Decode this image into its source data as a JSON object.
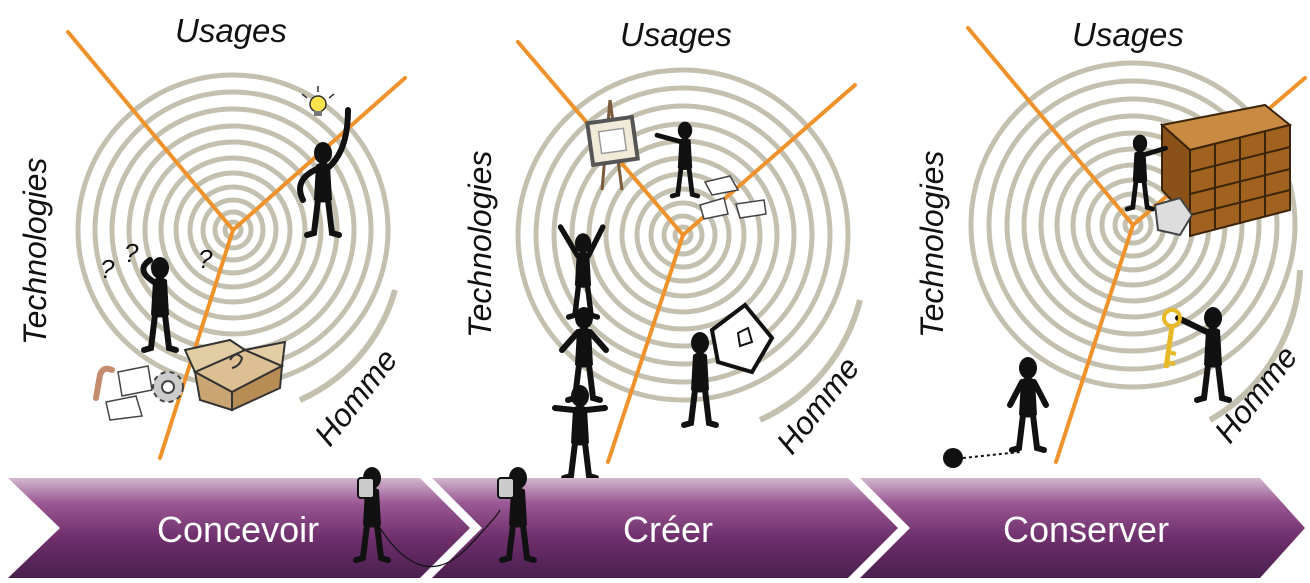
{
  "panels": [
    {
      "usages": "Usages",
      "technologies": "Technologies",
      "homme": "Homme"
    },
    {
      "usages": "Usages",
      "technologies": "Technologies",
      "homme": "Homme"
    },
    {
      "usages": "Usages",
      "technologies": "Technologies",
      "homme": "Homme"
    }
  ],
  "steps": [
    {
      "label": "Concevoir"
    },
    {
      "label": "Créer"
    },
    {
      "label": "Conserver"
    }
  ],
  "colors": {
    "axis": "#f0922b",
    "ring": "#c3c0b0",
    "arrow_dark": "#4a1f4f",
    "arrow_mid": "#8e4c88",
    "arrow_light": "#c9aac6",
    "box": "#c9a574",
    "cabinet": "#a0621e"
  },
  "icons": {
    "figure": "stick-figure-icon",
    "bulb": "lightbulb-icon",
    "box": "cardboard-box-icon",
    "gear": "gear-icon",
    "easel": "easel-icon",
    "cabinet": "filing-cabinet-icon",
    "key": "key-icon",
    "ball": "ball-and-chain-icon"
  }
}
